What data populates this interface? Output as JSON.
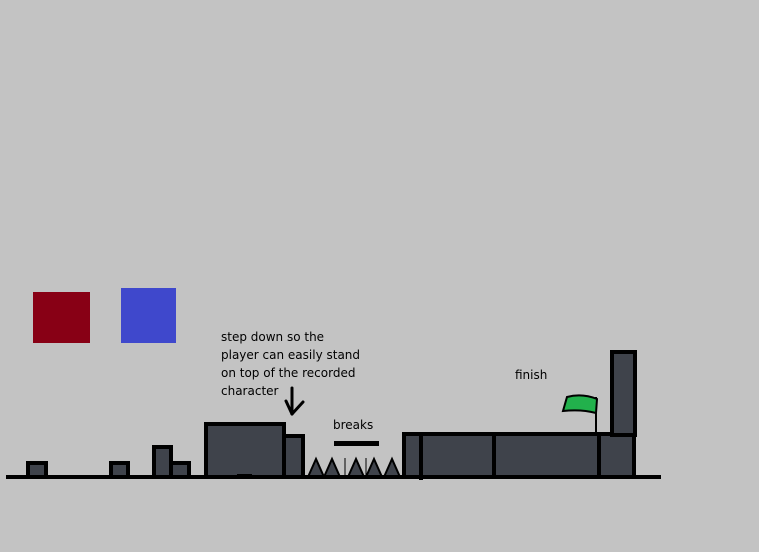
{
  "colors": {
    "background": "#c3c3c3",
    "platform_fill": "#3f434b",
    "outline": "#000000",
    "red_character": "#880015",
    "blue_character": "#3f48cc",
    "flag": "#22b14c"
  },
  "characters": [
    {
      "name": "red-character",
      "color_key": "red_character"
    },
    {
      "name": "blue-character",
      "color_key": "blue_character"
    }
  ],
  "annotations": {
    "step_down_lines": [
      "step down so the",
      "player can easily stand",
      "on top of the recorded",
      "character"
    ],
    "breaks": "breaks",
    "finish": "finish"
  },
  "icons": {
    "arrow": "arrow-down-icon",
    "flag": "flag-icon",
    "spikes": "spike-icon"
  }
}
